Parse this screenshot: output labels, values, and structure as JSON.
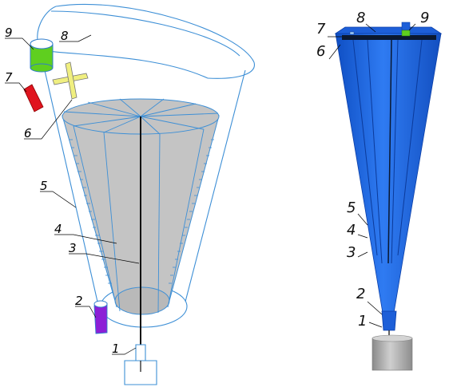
{
  "left_diagram": {
    "labels": {
      "p1": "1",
      "p2": "2",
      "p3": "3",
      "p4": "4",
      "p5": "5",
      "p6": "6",
      "p7": "7",
      "p8": "8",
      "p9": "9"
    }
  },
  "right_diagram": {
    "labels": {
      "p1": "1",
      "p2": "2",
      "p3": "3",
      "p4": "4",
      "p5": "5",
      "p6": "6",
      "p7": "7",
      "p8": "8",
      "p9": "9"
    }
  },
  "colors": {
    "outline_blue": "#3d8fd6",
    "inner_cone_gray": "#c4c4c4",
    "part9_green": "#5fcf1f",
    "part7_red": "#e0141e",
    "part6_yellow": "#f0ef80",
    "part2_purple": "#8c1fd6",
    "cone_blue": "#1f67e8",
    "weight_gray": "#a9a9a9"
  }
}
